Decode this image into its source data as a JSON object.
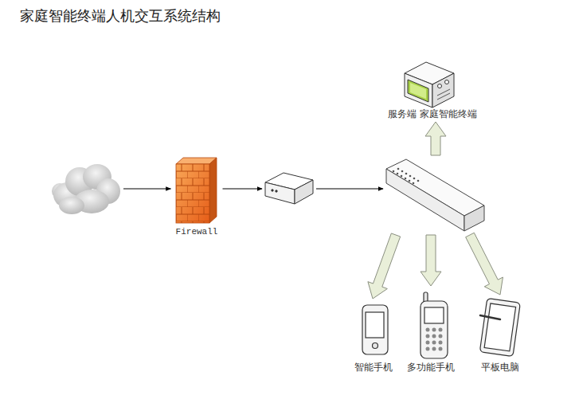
{
  "diagram": {
    "title": "家庭智能终端人机交互系统结构",
    "nodes": [
      {
        "text": [
          "服务端 家庭智能终端"
        ]
      },
      {
        "text": []
      },
      {
        "text": [
          "Firewall"
        ]
      },
      {
        "text": []
      },
      {
        "text": []
      },
      {
        "text": [
          "智能手机"
        ]
      },
      {
        "text": [
          "多功能手机"
        ]
      },
      {
        "text": [
          "平板电脑"
        ]
      }
    ],
    "edges": [
      {
        "from": 1,
        "to": 2,
        "arrow": "to"
      },
      {
        "from": 2,
        "to": 3,
        "arrow": "to"
      },
      {
        "from": 3,
        "to": 4,
        "arrow": "to"
      },
      {
        "from": 4,
        "to": 0,
        "arrow": "to"
      },
      {
        "from": 4,
        "to": 5,
        "arrow": "to"
      },
      {
        "from": 4,
        "to": 6,
        "arrow": "to"
      },
      {
        "from": 4,
        "to": 7,
        "arrow": "to"
      }
    ]
  }
}
